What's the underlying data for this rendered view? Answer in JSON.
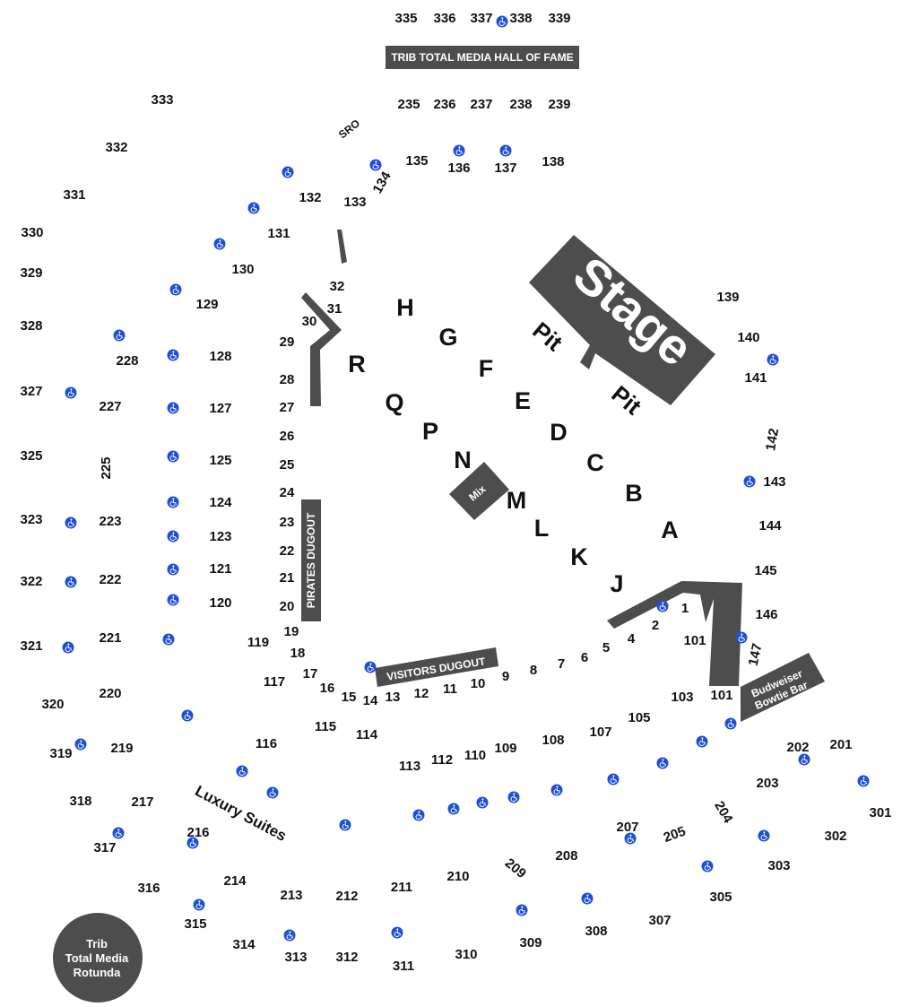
{
  "venue_labels": {
    "stage": "Stage",
    "pit": "Pit",
    "mix": "Mix",
    "hall_of_fame": "TRIB TOTAL MEDIA HALL OF FAME",
    "pirates_dugout": "PIRATES DUGOUT",
    "visitors_dugout": "VISITORS DUGOUT",
    "budweiser_line1": "Budweiser",
    "budweiser_line2": "Bowtie Bar",
    "luxury_suites": "Luxury   Suites",
    "sro": "SRO",
    "rotunda_line1": "Trib",
    "rotunda_line2": "Total Media",
    "rotunda_line3": "Rotunda"
  },
  "floor_rows": [
    "H",
    "G",
    "F",
    "E",
    "D",
    "C",
    "B",
    "A",
    "R",
    "Q",
    "P",
    "N",
    "M",
    "L",
    "K",
    "J"
  ],
  "sections": [
    "335",
    "336",
    "337",
    "338",
    "339",
    "235",
    "236",
    "237",
    "238",
    "239",
    "333",
    "332",
    "331",
    "330",
    "329",
    "328",
    "327",
    "325",
    "323",
    "322",
    "321",
    "320",
    "319",
    "318",
    "317",
    "316",
    "315",
    "314",
    "313",
    "312",
    "311",
    "310",
    "309",
    "308",
    "307",
    "305",
    "303",
    "302",
    "301",
    "135",
    "136",
    "137",
    "138",
    "134",
    "133",
    "132",
    "131",
    "130",
    "129",
    "128",
    "127",
    "125",
    "124",
    "123",
    "121",
    "120",
    "119",
    "117",
    "116",
    "115",
    "114",
    "113",
    "112",
    "110",
    "109",
    "108",
    "107",
    "105",
    "103",
    "101",
    "101",
    "139",
    "140",
    "141",
    "142",
    "143",
    "144",
    "145",
    "146",
    "147",
    "228",
    "227",
    "225",
    "223",
    "222",
    "221",
    "220",
    "219",
    "217",
    "216",
    "214",
    "213",
    "212",
    "211",
    "210",
    "209",
    "208",
    "207",
    "205",
    "204",
    "203",
    "202",
    "201",
    "32",
    "31",
    "30",
    "29",
    "28",
    "27",
    "26",
    "25",
    "24",
    "23",
    "22",
    "21",
    "20",
    "19",
    "18",
    "17",
    "16",
    "15",
    "14",
    "13",
    "12",
    "11",
    "10",
    "9",
    "8",
    "7",
    "6",
    "5",
    "4",
    "2",
    "1"
  ],
  "icons": {
    "accessible": "wheelchair-icon"
  },
  "colors": {
    "shape": "#4d4d4d",
    "accessible": "#1e4fd8",
    "text": "#111111"
  }
}
